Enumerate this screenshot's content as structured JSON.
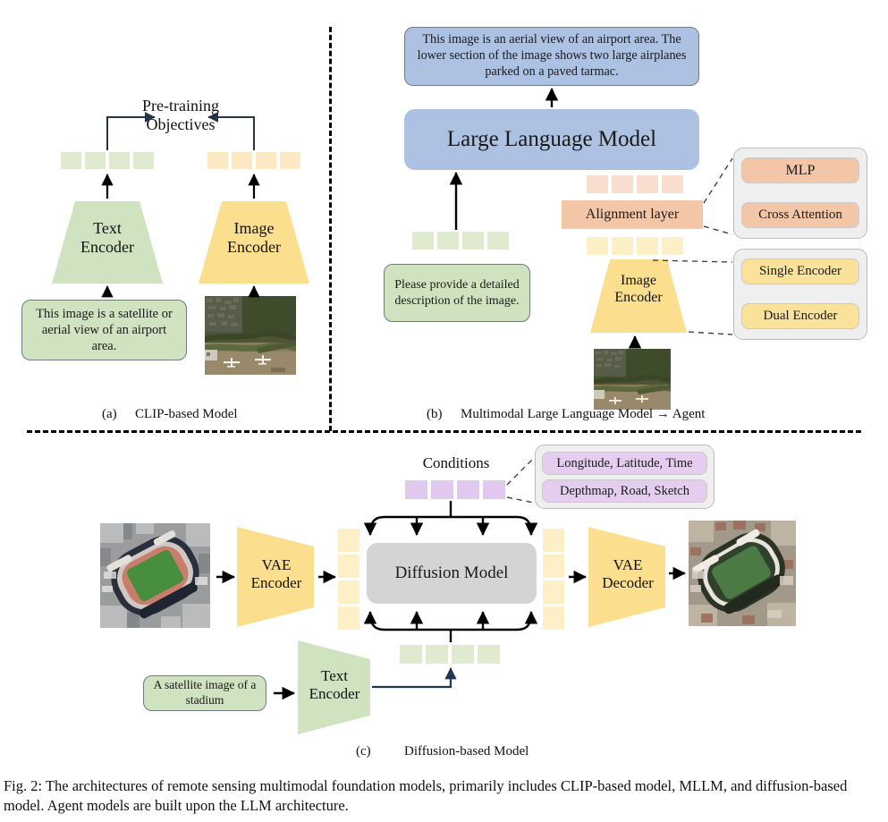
{
  "figure": {
    "caption_label": "Fig. 2:",
    "caption_text": "Fig. 2: The architectures of remote sensing multimodal foundation models, primarily includes CLIP-based model, MLLM, and diffusion-based model. Agent models are built upon the LLM architecture."
  },
  "colors": {
    "green_token": "#dfeacf",
    "yellow_token": "#fdeac5",
    "peach_token": "#f9ded0",
    "cream_token": "#fdefc6",
    "purple_token": "#e0c8ee",
    "green_box": "#cfe3c1",
    "blue_box": "#adc1e3",
    "orange_box": "#f4c6a8",
    "yellow_box": "#fbe29a",
    "grey_box": "#d4d4d4",
    "text_encoder_fill": "#cfe3c1",
    "image_encoder_fill": "#fbdf8e",
    "arrow_dark": "#1b2a41",
    "arrow_black": "#000000"
  },
  "panel_a": {
    "caption_index": "(a)",
    "caption_title": "CLIP-based Model",
    "objective_label": "Pre-training\nObjectives",
    "text_encoder": "Text\nEncoder",
    "image_encoder": "Image\nEncoder",
    "text_prompt": "This image is a satellite or aerial view of an airport area.",
    "text_prompt_lines": [
      "This image is a satellite",
      "or aerial view of an",
      "airport area."
    ],
    "image_thumb_name": "airport-aerial-image",
    "text_tokens": 4,
    "image_tokens": 4
  },
  "panel_b": {
    "caption_index": "(b)",
    "caption_title": "Multimodal Large Language Model → Agent",
    "output_text": "This image is an aerial view of an airport area. The lower section of the image shows two large airplanes parked on a paved tarmac.",
    "output_text_lines": [
      "This image is an aerial view of an airport area.",
      "The lower section of the image shows two large",
      "airplanes parked on a paved tarmac."
    ],
    "llm_label": "Large Language Model",
    "alignment_label": "Alignment layer",
    "image_encoder": "Image\nEncoder",
    "prompt_text": "Please provide a detailed description of the image.",
    "prompt_text_lines": [
      "Please provide a",
      "detailed description",
      "of the image."
    ],
    "alignment_options": [
      "MLP",
      "Cross Attention"
    ],
    "encoder_options": [
      "Single Encoder",
      "Dual Encoder"
    ],
    "image_thumb_name": "airport-aerial-image",
    "prompt_tokens": 4,
    "aligned_tokens": 4,
    "visual_tokens": 4,
    "llm_input_tokens": 4
  },
  "panel_c": {
    "caption_index": "(c)",
    "caption_title": "Diffusion-based Model",
    "conditions_label": "Conditions",
    "condition_options": [
      "Longitude, Latitude, Time",
      "Depthmap, Road, Sketch"
    ],
    "vae_encoder": "VAE\nEncoder",
    "vae_decoder": "VAE\nDecoder",
    "diffusion_model": "Diffusion\nModel",
    "text_encoder": "Text\nEncoder",
    "text_prompt": "A satellite image of a stadium",
    "text_prompt_lines": [
      "A satellite image",
      "of a stadium"
    ],
    "input_image_name": "stadium-aerial-input-image",
    "output_image_name": "stadium-aerial-output-image",
    "condition_tokens": 4,
    "latent_tokens_in": 4,
    "latent_tokens_out": 4,
    "text_tokens": 4
  }
}
